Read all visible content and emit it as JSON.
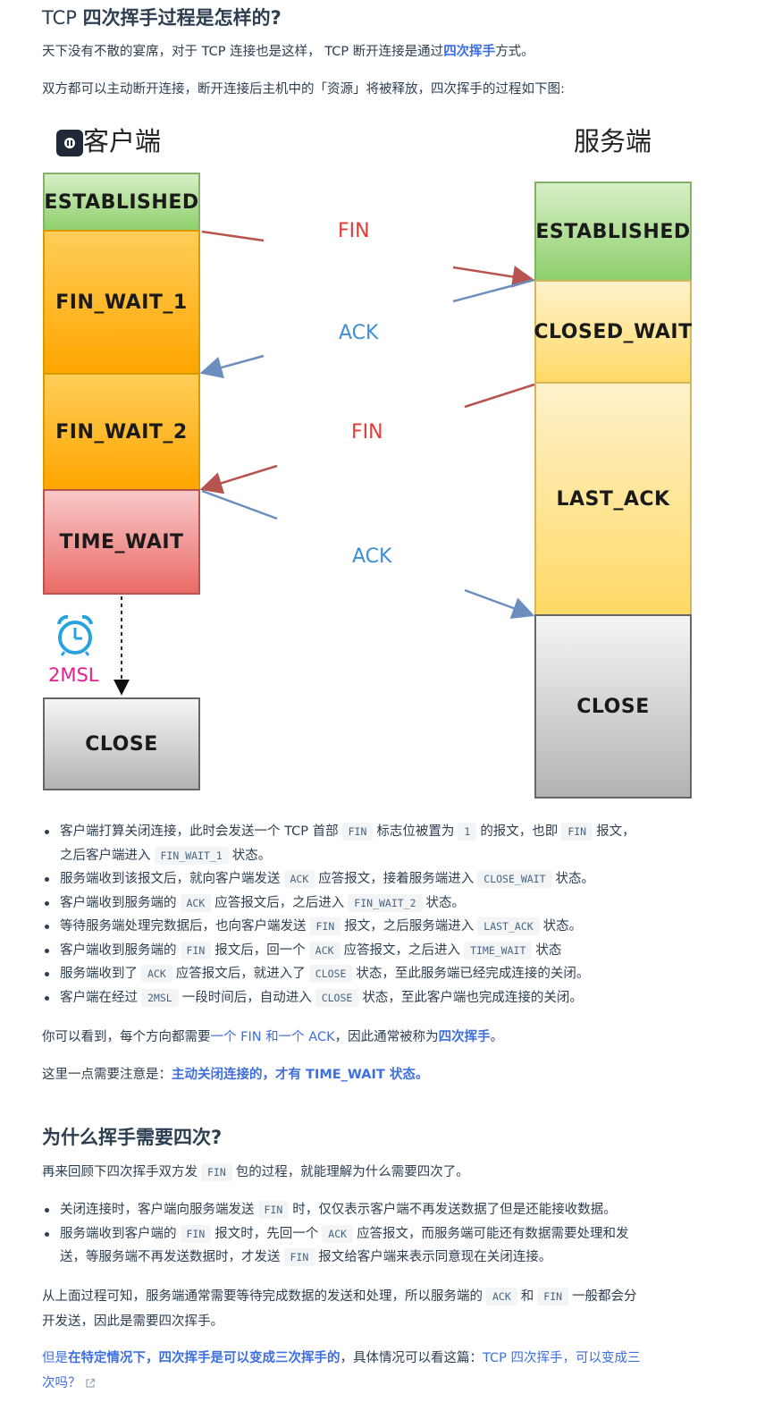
{
  "section1": {
    "title_prefix": "TCP ",
    "title_bold": "四次挥手过程是怎样的?",
    "p1_a": "天下没有不散的宴席，对于 TCP 连接也是这样， TCP 断开连接是通过",
    "p1_link": "四次挥手",
    "p1_b": "方式。",
    "p2": "双方都可以主动断开连接，断开连接后主机中的「资源」将被释放，四次挥手的过程如下图:"
  },
  "diagram": {
    "client_title": "客户端",
    "server_title": "服务端",
    "client_states": [
      "ESTABLISHED",
      "FIN_WAIT_1",
      "FIN_WAIT_2",
      "TIME_WAIT",
      "CLOSE"
    ],
    "server_states": [
      "ESTABLISHED",
      "CLOSED_WAIT",
      "LAST_ACK",
      "CLOSE"
    ],
    "messages": [
      "FIN",
      "ACK",
      "FIN",
      "ACK"
    ],
    "timer_label": "2MSL",
    "colors": {
      "fin_arrow": "#b85450",
      "ack_arrow": "#6c8ebf",
      "timer": "#e91e8c"
    }
  },
  "steps": [
    {
      "t1": "客户端打算关闭连接，此时会发送一个 TCP 首部",
      "c1": "FIN",
      "t2": "标志位被置为",
      "c2": "1",
      "t3": "的报文，也即",
      "c3": "FIN",
      "t4": "报文，",
      "t5": "之后客户端进入",
      "c4": "FIN_WAIT_1",
      "t6": "状态。"
    },
    {
      "t1": "服务端收到该报文后，就向客户端发送",
      "c1": "ACK",
      "t2": "应答报文，接着服务端进入",
      "c2": "CLOSE_WAIT",
      "t3": "状态。"
    },
    {
      "t1": "客户端收到服务端的",
      "c1": "ACK",
      "t2": "应答报文后，之后进入",
      "c2": "FIN_WAIT_2",
      "t3": "状态。"
    },
    {
      "t1": "等待服务端处理完数据后，也向客户端发送",
      "c1": "FIN",
      "t2": "报文，之后服务端进入",
      "c2": "LAST_ACK",
      "t3": "状态。"
    },
    {
      "t1": "客户端收到服务端的",
      "c1": "FIN",
      "t2": "报文后，回一个",
      "c2": "ACK",
      "t3": "应答报文，之后进入",
      "c3": "TIME_WAIT",
      "t4": "状态"
    },
    {
      "t1": "服务端收到了",
      "c1": "ACK",
      "t2": "应答报文后，就进入了",
      "c2": "CLOSE",
      "t3": "状态，至此服务端已经完成连接的关闭。"
    },
    {
      "t1": "客户端在经过",
      "c1": "2MSL",
      "t2": "一段时间后，自动进入",
      "c2": "CLOSE",
      "t3": "状态，至此客户端也完成连接的关闭。"
    }
  ],
  "summary1": {
    "a": "你可以看到，每个方向都需要",
    "b": "一个 FIN 和一个 ACK",
    "c": "，因此通常被称为",
    "d": "四次挥手",
    "e": "。"
  },
  "summary2": {
    "a": "这里一点需要注意是：",
    "b": "主动关闭连接的，才有 TIME_WAIT 状态。"
  },
  "section2": {
    "title": "为什么挥手需要四次?",
    "p1_a": "再来回顾下四次挥手双方发",
    "p1_c": "FIN",
    "p1_b": "包的过程，就能理解为什么需要四次了。",
    "items": [
      {
        "t1": "关闭连接时，客户端向服务端发送",
        "c1": "FIN",
        "t2": "时，仅仅表示客户端不再发送数据了但是还能接收数据。"
      },
      {
        "t1": "服务端收到客户端的",
        "c1": "FIN",
        "t2": "报文时，先回一个",
        "c2": "ACK",
        "t3": "应答报文，而服务端可能还有数据需要处理和发",
        "t4": "送，等服务端不再发送数据时，才发送",
        "c3": "FIN",
        "t5": "报文给客户端来表示同意现在关闭连接。"
      }
    ],
    "p2_a": "从上面过程可知，服务端通常需要等待完成数据的发送和处理，所以服务端的",
    "p2_c1": "ACK",
    "p2_and": "和",
    "p2_c2": "FIN",
    "p2_b": "一般都会分",
    "p2_line2": "开发送，因此是需要四次挥手。",
    "p3_a": "但是",
    "p3_bold": "在特定情况下，四次挥手是可以变成三次挥手的",
    "p3_b": "，具体情况可以看这篇：",
    "p3_link1": "TCP 四次挥手，可以变成三",
    "p3_link2": "次吗？"
  }
}
